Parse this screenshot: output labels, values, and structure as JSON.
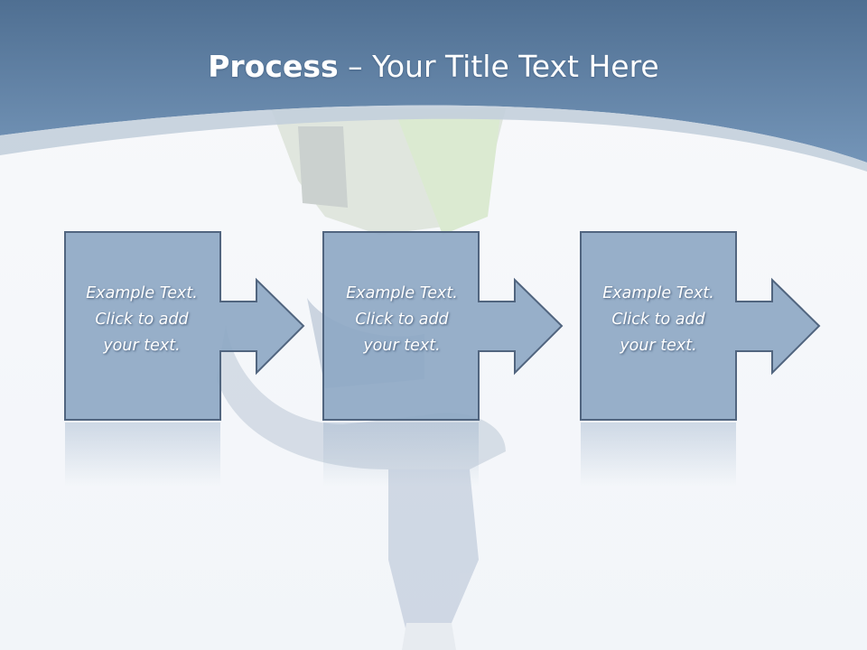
{
  "slide": {
    "title_bold": "Process",
    "title_rest": " – Your Title Text Here"
  },
  "steps": [
    {
      "line1": "Example Text.",
      "line2": "Click  to add",
      "line3": "your text."
    },
    {
      "line1": "Example Text.",
      "line2": "Click  to add",
      "line3": "your text."
    },
    {
      "line1": "Example Text.",
      "line2": "Click  to add",
      "line3": "your text."
    }
  ],
  "colors": {
    "header": "#5f83a6",
    "box_fill": "#8ea8c4",
    "box_stroke": "#51657f",
    "text": "#ffffff"
  }
}
